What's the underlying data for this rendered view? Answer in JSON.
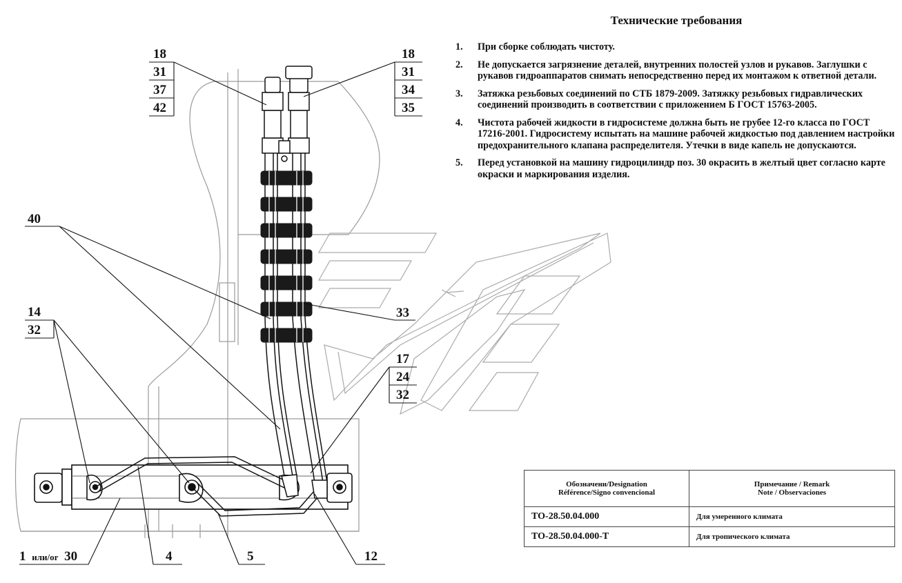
{
  "technical_requirements": {
    "title": "Технические требования",
    "items": [
      {
        "num": "1.",
        "text": "При сборке соблюдать чистоту."
      },
      {
        "num": "2.",
        "text": "Не допускается загрязнение деталей, внутренних полостей узлов и рукавов. Заглушки с рукавов гидроаппаратов снимать непосредственно перед их монтажом к ответной детали."
      },
      {
        "num": "3.",
        "text": "Затяжка резьбовых соединений по СТБ 1879-2009. Затяжку резьбовых гидравлических соединений производить в соответствии с приложением Б ГОСТ 15763-2005."
      },
      {
        "num": "4.",
        "text": "Чистота рабочей жидкости в гидросистеме должна быть не грубее 12-го класса по ГОСТ 17216-2001. Гидросистему испытать на машине рабочей жидкостью под давлением настройки предохранительного клапана распределителя. Утечки в виде капель не допускаются."
      },
      {
        "num": "5.",
        "text": "Перед установкой на машину гидроцилиндр поз. 30 окрасить в желтый цвет согласно карте окраски и маркирования изделия."
      }
    ]
  },
  "callouts": {
    "top_left_stack": [
      "18",
      "31",
      "37",
      "42"
    ],
    "top_right_stack": [
      "18",
      "31",
      "34",
      "35"
    ],
    "c40": "40",
    "c14_32": [
      "14",
      "32"
    ],
    "c33": "33",
    "mid_right_stack": [
      "17",
      "24",
      "32"
    ],
    "c1_prefix": "1",
    "c1_sub": "или/or",
    "c1_suffix": "30",
    "c4": "4",
    "c5": "5",
    "c12": "12"
  },
  "designation_table": {
    "headers": [
      "Обозначени/Designation\nRéférence/Signo convencional",
      "Примечание / Remark\nNote /  Observaciones"
    ],
    "rows": [
      {
        "designation": "ТО-28.50.04.000",
        "note": "Для умеренного климата"
      },
      {
        "designation": "ТО-28.50.04.000-Т",
        "note": "Для тропического климата"
      }
    ]
  }
}
